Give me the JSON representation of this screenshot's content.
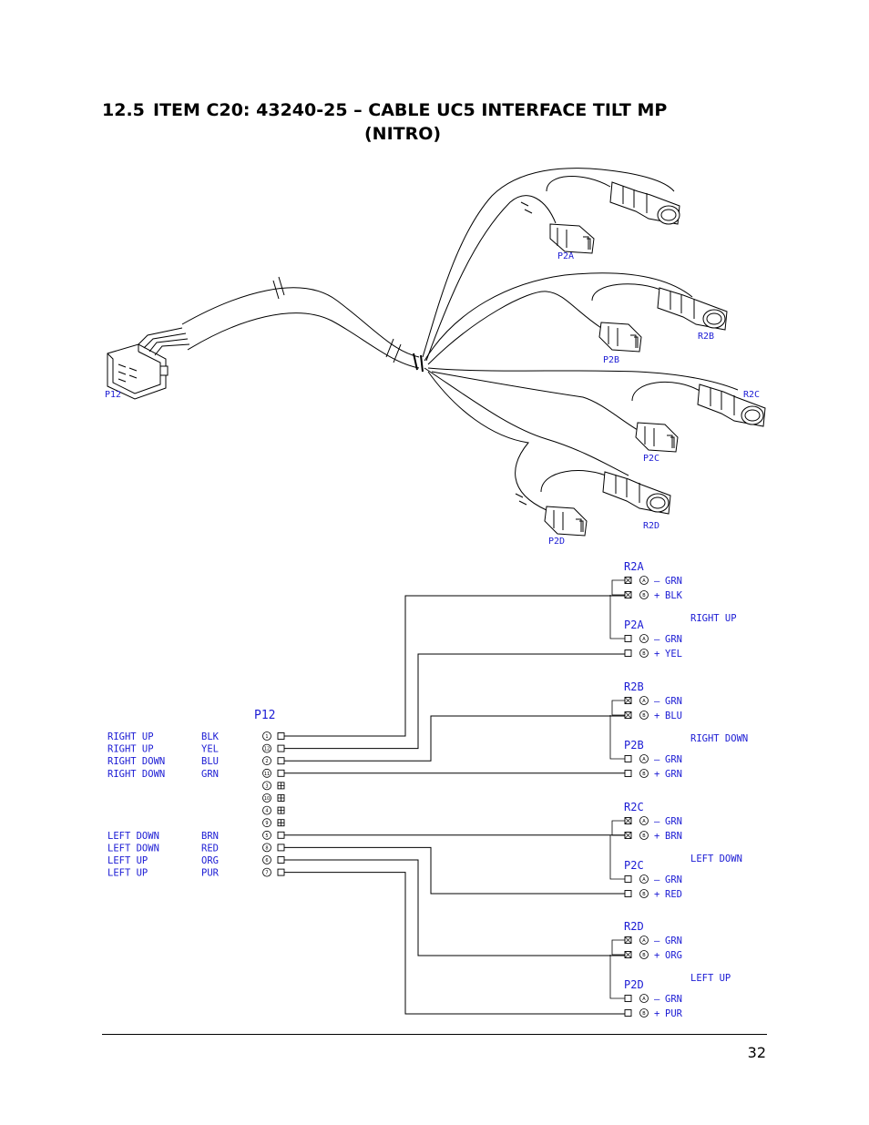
{
  "heading": {
    "number": "12.5",
    "title_line1": "ITEM C20:  43240-25 – CABLE UC5 INTERFACE TILT MP",
    "title_line2": "(NITRO)"
  },
  "illustration_labels": {
    "p12": "P12",
    "p2a": "P2A",
    "r2b": "R2B",
    "p2b": "P2B",
    "r2c": "R2C",
    "p2c": "P2C",
    "r2d": "R2D",
    "p2d": "P2D"
  },
  "schematic": {
    "p12_title": "P12",
    "left_rows": [
      {
        "func": "RIGHT UP",
        "color": "BLK",
        "pin": "1"
      },
      {
        "func": "RIGHT UP",
        "color": "YEL",
        "pin": "12"
      },
      {
        "func": "RIGHT DOWN",
        "color": "BLU",
        "pin": "2"
      },
      {
        "func": "RIGHT DOWN",
        "color": "GRN",
        "pin": "11"
      },
      {
        "func": "",
        "color": "",
        "pin": "3"
      },
      {
        "func": "",
        "color": "",
        "pin": "10"
      },
      {
        "func": "",
        "color": "",
        "pin": "4"
      },
      {
        "func": "",
        "color": "",
        "pin": "9"
      },
      {
        "func": "LEFT DOWN",
        "color": "BRN",
        "pin": "5"
      },
      {
        "func": "LEFT DOWN",
        "color": "RED",
        "pin": "8"
      },
      {
        "func": "LEFT UP",
        "color": "ORG",
        "pin": "6"
      },
      {
        "func": "LEFT UP",
        "color": "PUR",
        "pin": "7"
      }
    ],
    "groups": [
      {
        "r_label": "R2A",
        "p_label": "P2A",
        "side_label": "RIGHT UP",
        "r_pins": [
          {
            "pin": "A",
            "sign": "–",
            "color": "GRN"
          },
          {
            "pin": "B",
            "sign": "+",
            "color": "BLK"
          }
        ],
        "p_pins": [
          {
            "pin": "A",
            "sign": "–",
            "color": "GRN"
          },
          {
            "pin": "B",
            "sign": "+",
            "color": "YEL"
          }
        ]
      },
      {
        "r_label": "R2B",
        "p_label": "P2B",
        "side_label": "RIGHT DOWN",
        "r_pins": [
          {
            "pin": "A",
            "sign": "–",
            "color": "GRN"
          },
          {
            "pin": "B",
            "sign": "+",
            "color": "BLU"
          }
        ],
        "p_pins": [
          {
            "pin": "A",
            "sign": "–",
            "color": "GRN"
          },
          {
            "pin": "B",
            "sign": "+",
            "color": "GRN"
          }
        ]
      },
      {
        "r_label": "R2C",
        "p_label": "P2C",
        "side_label": "LEFT DOWN",
        "r_pins": [
          {
            "pin": "A",
            "sign": "–",
            "color": "GRN"
          },
          {
            "pin": "B",
            "sign": "+",
            "color": "BRN"
          }
        ],
        "p_pins": [
          {
            "pin": "A",
            "sign": "–",
            "color": "GRN"
          },
          {
            "pin": "B",
            "sign": "+",
            "color": "RED"
          }
        ]
      },
      {
        "r_label": "R2D",
        "p_label": "P2D",
        "side_label": "LEFT UP",
        "r_pins": [
          {
            "pin": "A",
            "sign": "–",
            "color": "GRN"
          },
          {
            "pin": "B",
            "sign": "+",
            "color": "ORG"
          }
        ],
        "p_pins": [
          {
            "pin": "A",
            "sign": "–",
            "color": "GRN"
          },
          {
            "pin": "B",
            "sign": "+",
            "color": "PUR"
          }
        ]
      }
    ]
  },
  "page_number": "32",
  "colors": {
    "label_blue": "#1b1bd4"
  }
}
